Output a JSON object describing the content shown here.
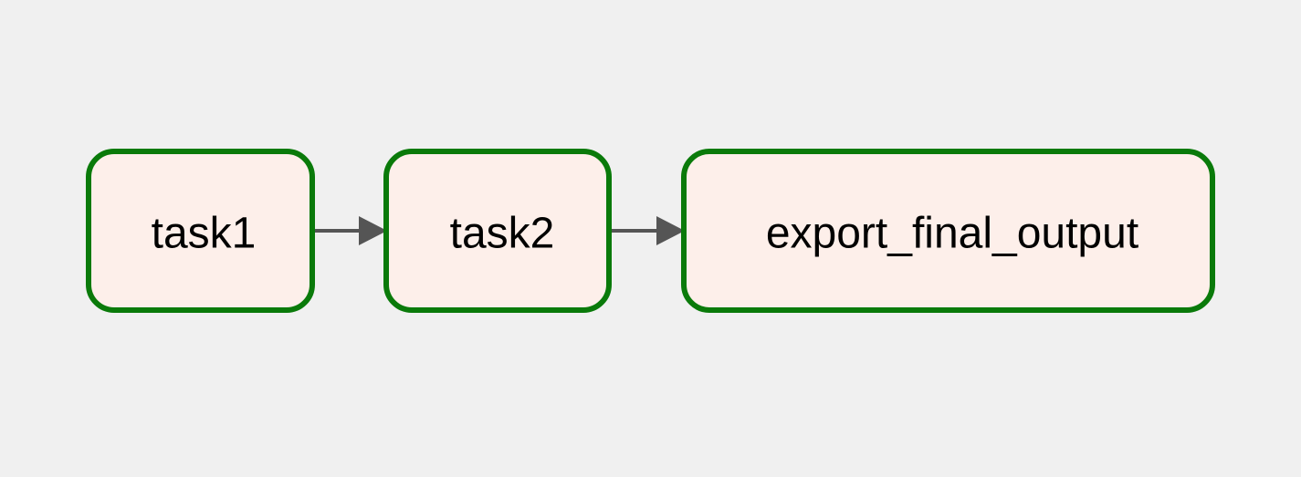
{
  "diagram": {
    "type": "dag",
    "colors": {
      "background": "#f0f0f0",
      "node_fill": "#fdefea",
      "node_border": "#0a7a0a",
      "edge": "#555555",
      "label": "#000000"
    },
    "nodes": [
      {
        "id": "task1",
        "label": "task1"
      },
      {
        "id": "task2",
        "label": "task2"
      },
      {
        "id": "export_final_output",
        "label": "export_final_output"
      }
    ],
    "edges": [
      {
        "from": "task1",
        "to": "task2"
      },
      {
        "from": "task2",
        "to": "export_final_output"
      }
    ]
  }
}
